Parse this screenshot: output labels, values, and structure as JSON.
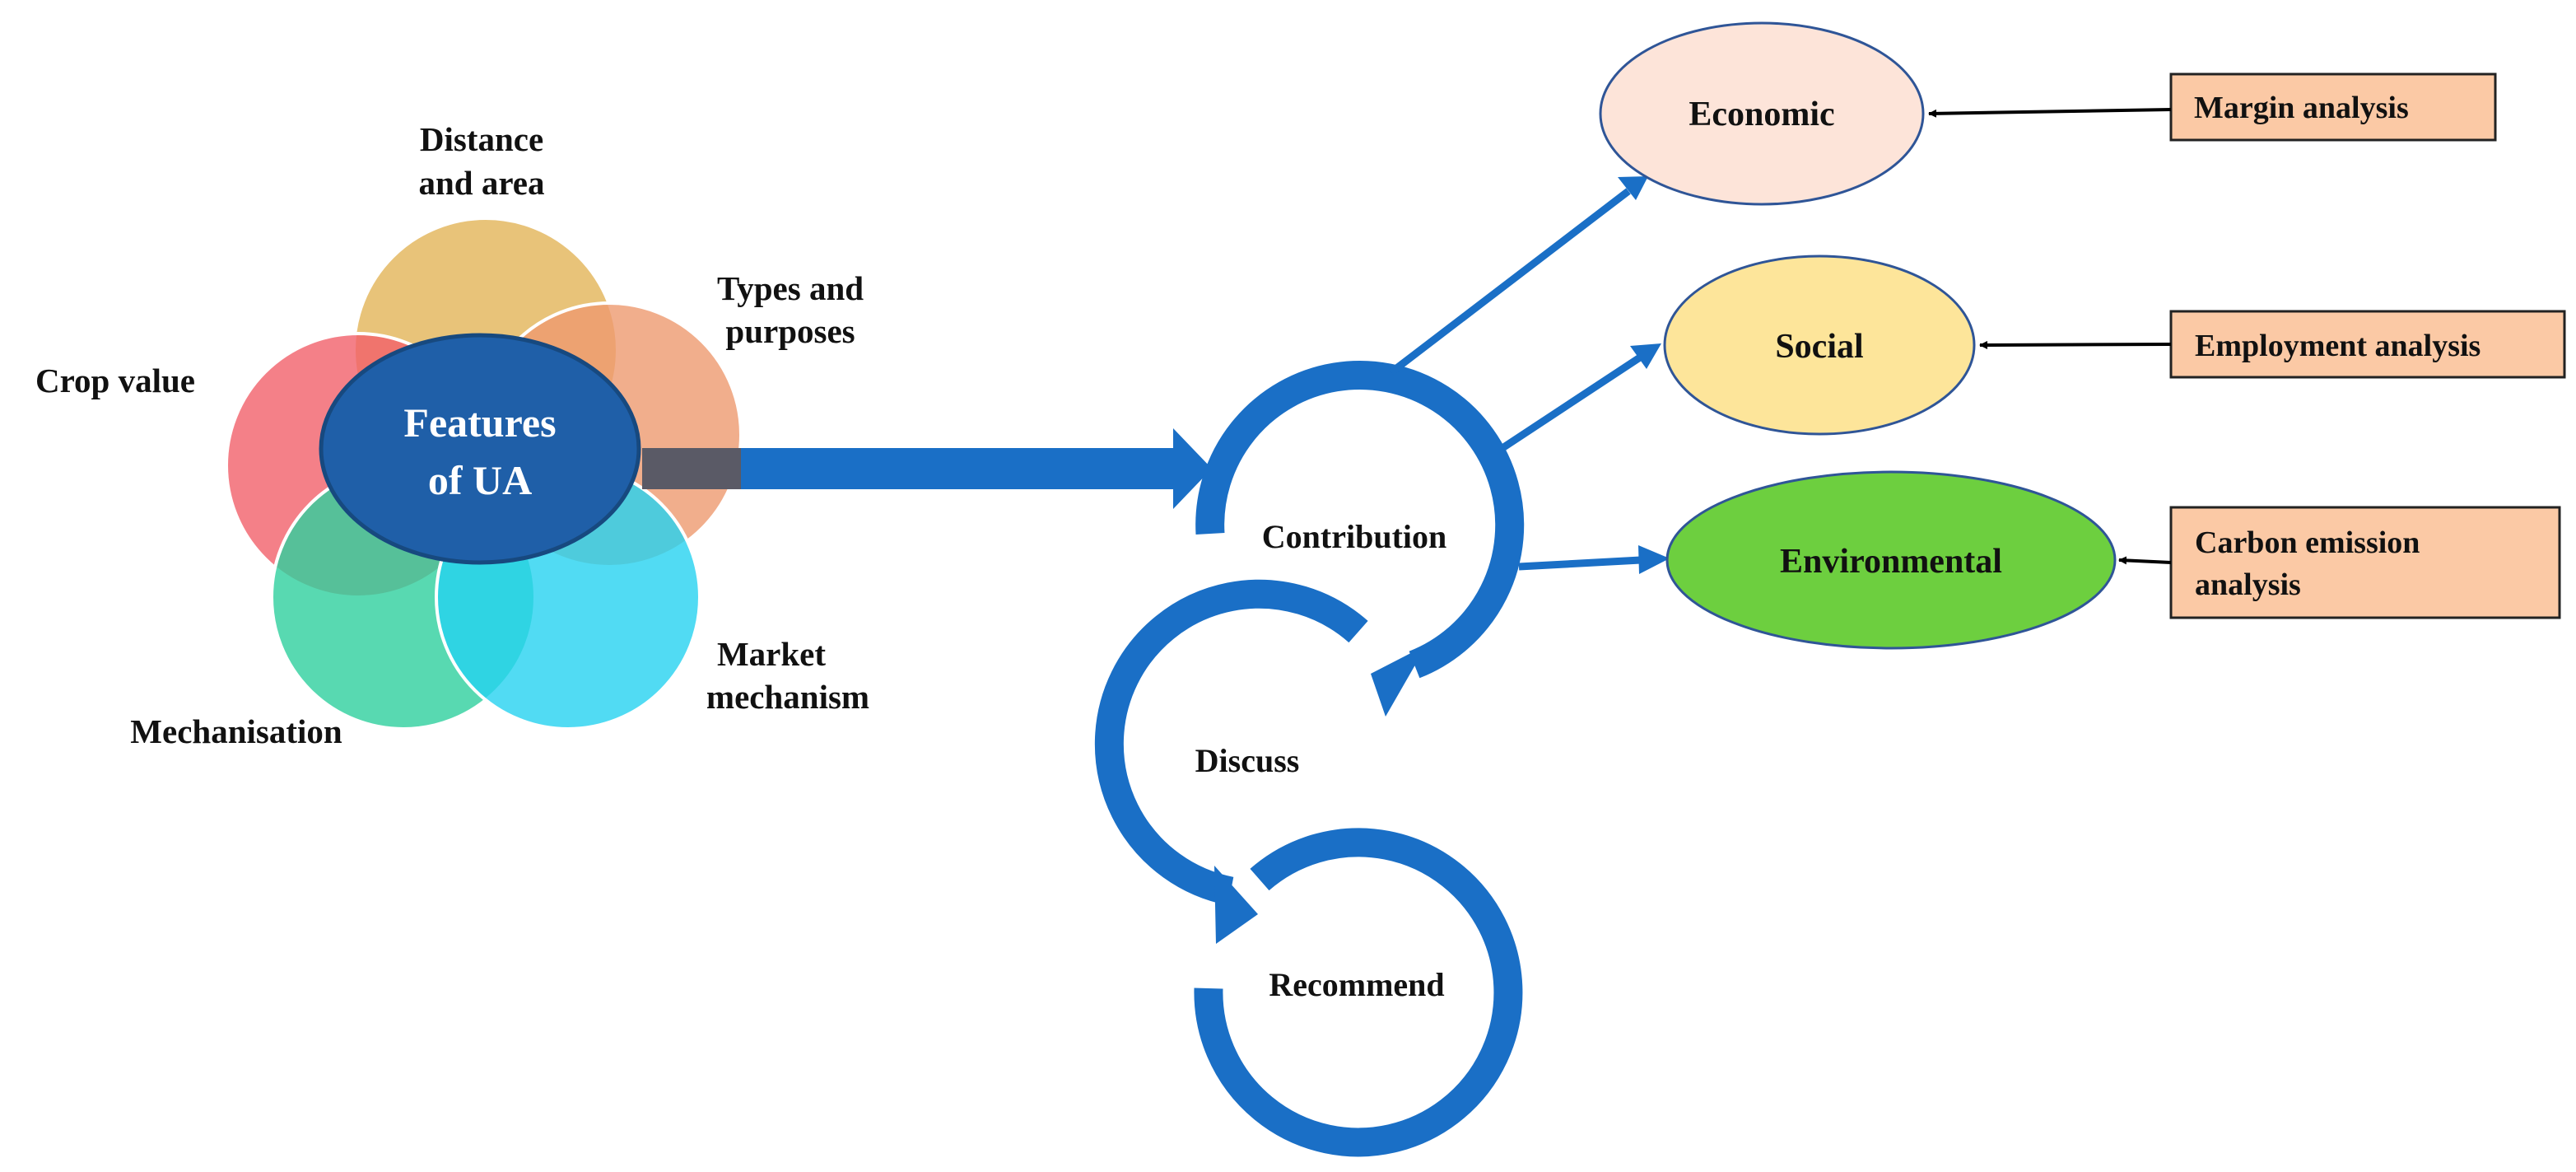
{
  "features": {
    "center_line1": "Features",
    "center_line2": "of UA",
    "distance_line1": "Distance",
    "distance_line2": "and area",
    "types_line1": "Types and",
    "types_line2": "purposes",
    "crop": "Crop  value",
    "market_line1": "Market",
    "market_line2": "mechanism",
    "mechanisation": "Mechanisation"
  },
  "cycle": {
    "contribution": "Contribution",
    "discuss": "Discuss",
    "recommend": "Recommend"
  },
  "dimensions": {
    "economic": "Economic",
    "social": "Social",
    "environmental": "Environmental"
  },
  "analyses": {
    "margin": "Margin analysis",
    "employment": "Employment analysis",
    "carbon_line1": "Carbon emission",
    "carbon_line2": "analysis"
  },
  "colors": {
    "center": "#1f5fa8",
    "arrow_blue": "#1a6fc6",
    "economic_fill": "#fde4d9",
    "social_fill": "#fde59a",
    "environmental_fill": "#6dcf3f",
    "analysis_box": "#fbc9a5",
    "circle_distance": "#e4b962",
    "circle_types": "#ee9a6f",
    "circle_crop": "#f1606a",
    "circle_mech": "#2ed09e",
    "circle_market": "#25d2f0"
  }
}
